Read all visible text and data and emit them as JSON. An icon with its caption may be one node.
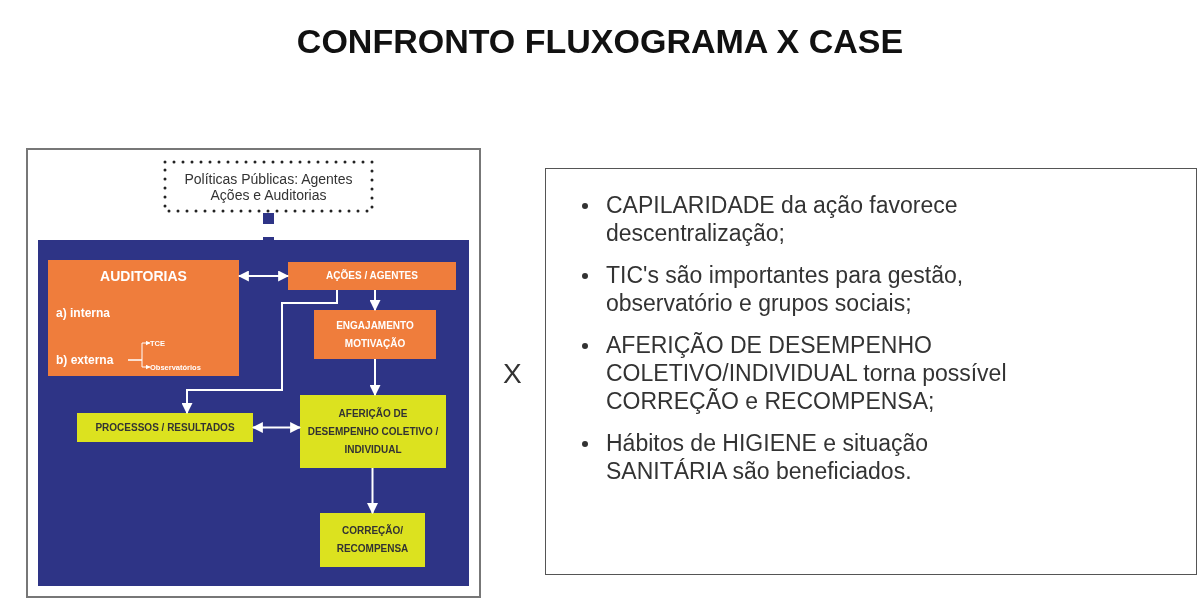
{
  "diagram": {
    "title": "CONFRONTO FLUXOGRAMA X CASE",
    "nodes": [
      {
        "text": [
          "Políticas Públicas: Agentes Ações e Auditorias"
        ]
      },
      {
        "text": [],
        "shape": "box"
      },
      {
        "text": [
          "AUDITORIAS",
          "a) interna"
        ],
        "in": 1
      },
      {
        "text": [
          "b) externa"
        ],
        "in": 2
      },
      {
        "text": [
          "TCE"
        ],
        "in": 2
      },
      {
        "text": [
          "Observatórios"
        ],
        "in": 2
      },
      {
        "text": [
          "AÇÕES / AGENTES"
        ],
        "in": 1
      },
      {
        "text": [
          "ENGAJAMENTO MOTIVAÇÃO"
        ],
        "in": 1
      },
      {
        "text": [
          "PROCESSOS / RESULTADOS"
        ],
        "in": 1
      },
      {
        "text": [
          "AFERIÇÃO DE DESEMPENHO COLETIVO / INDIVIDUAL"
        ],
        "in": 1
      },
      {
        "text": [
          "CORREÇÃO/ RECOMPENSA"
        ],
        "in": 1
      },
      {
        "text": [
          "CAPILARIDADE da ação favorece descentralização;",
          "TIC's são importantes para gestão, observatório e grupos sociais;",
          "AFERIÇÃO DE DESEMPENHO COLETIVO/INDIVIDUAL torna possível CORREÇÃO e RECOMPENSA;",
          "Hábitos de HIGIENE e situação SANITÁRIA são beneficiados."
        ]
      }
    ],
    "edges": [
      {
        "from": 0,
        "to": 1,
        "arrow": "none",
        "style": "dashed",
        "color": "#2e3486"
      },
      {
        "from": 2,
        "to": 6,
        "arrow": "both"
      },
      {
        "from": 3,
        "to": 4,
        "arrow": "to"
      },
      {
        "from": 3,
        "to": 5,
        "arrow": "to"
      },
      {
        "from": 6,
        "to": 7,
        "arrow": "to"
      },
      {
        "from": 6,
        "to": 8,
        "arrow": "to"
      },
      {
        "from": 7,
        "to": 9,
        "arrow": "to"
      },
      {
        "from": 8,
        "to": 9,
        "arrow": "both"
      },
      {
        "from": 9,
        "to": 10,
        "arrow": "to"
      }
    ],
    "labels": [
      "X"
    ]
  }
}
